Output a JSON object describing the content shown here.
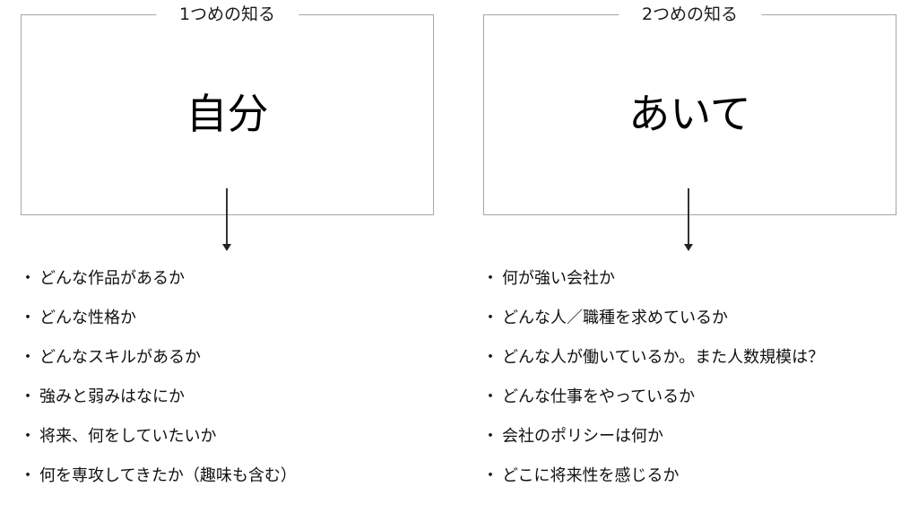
{
  "diagram": {
    "colors": {
      "box_border": "#a6a6a8",
      "arrow": "#333333",
      "text": "#111111",
      "background": "#ffffff"
    },
    "panels": [
      {
        "label": "1つめの知る",
        "title": "自分",
        "bullet_icon": "・",
        "items": [
          "どんな作品があるか",
          "どんな性格か",
          "どんなスキルがあるか",
          "強みと弱みはなにか",
          "将来、何をしていたいか",
          "何を専攻してきたか（趣味も含む）"
        ]
      },
      {
        "label": "2つめの知る",
        "title": "あいて",
        "bullet_icon": "・",
        "items": [
          "何が強い会社か",
          "どんな人／職種を求めているか",
          "どんな人が働いているか。また人数規模は？",
          "どんな仕事をやっているか",
          "会社のポリシーは何か",
          "どこに将来性を感じるか"
        ]
      }
    ]
  }
}
